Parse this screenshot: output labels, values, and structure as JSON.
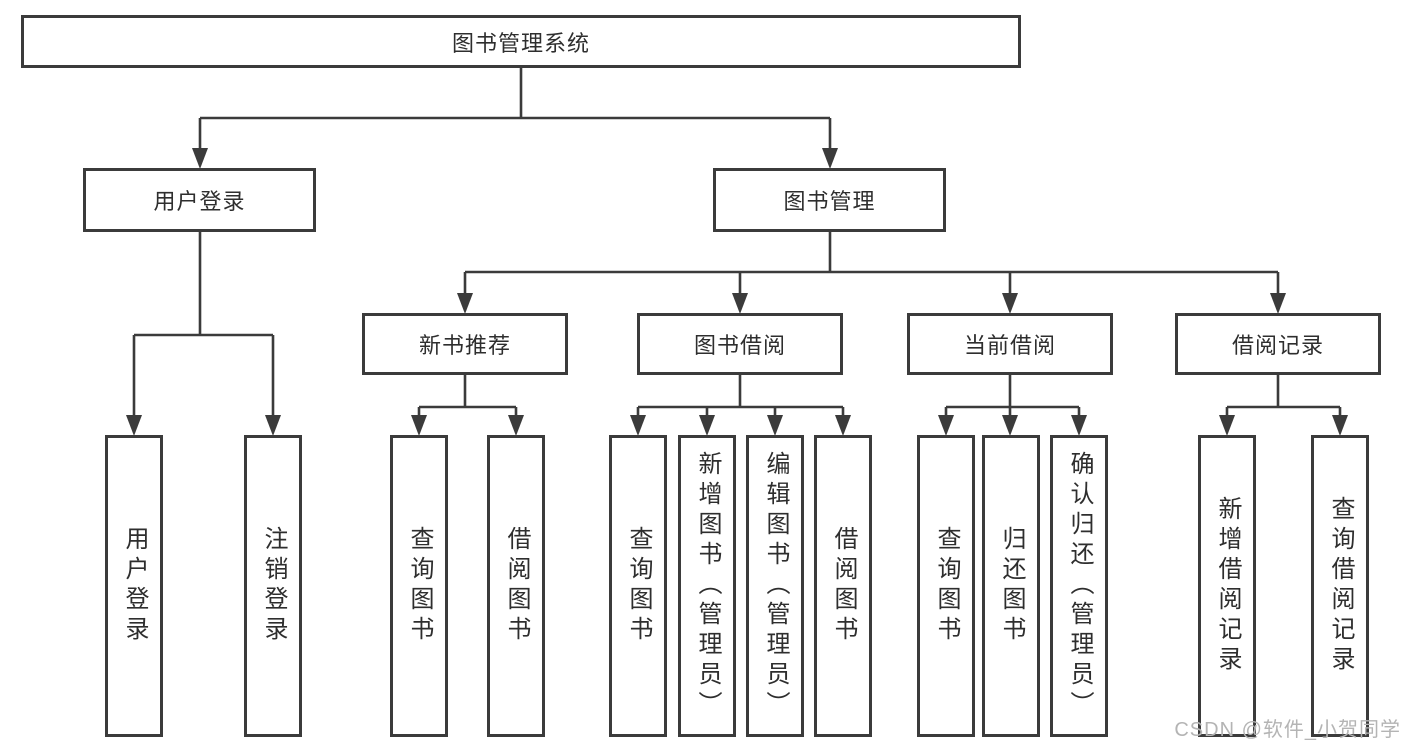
{
  "tree": {
    "root": {
      "label": "图书管理系统",
      "children": [
        {
          "label": "用户登录",
          "children": [
            {
              "label": "用户登录"
            },
            {
              "label": "注销登录"
            }
          ]
        },
        {
          "label": "图书管理",
          "children": [
            {
              "label": "新书推荐",
              "children": [
                {
                  "label": "查询图书"
                },
                {
                  "label": "借阅图书"
                }
              ]
            },
            {
              "label": "图书借阅",
              "children": [
                {
                  "label": "查询图书"
                },
                {
                  "label": "新增图书（管理员）"
                },
                {
                  "label": "编辑图书（管理员）"
                },
                {
                  "label": "借阅图书"
                }
              ]
            },
            {
              "label": "当前借阅",
              "children": [
                {
                  "label": "查询图书"
                },
                {
                  "label": "归还图书"
                },
                {
                  "label": "确认归还（管理员）"
                }
              ]
            },
            {
              "label": "借阅记录",
              "children": [
                {
                  "label": "新增借阅记录"
                },
                {
                  "label": "查询借阅记录"
                }
              ]
            }
          ]
        }
      ]
    }
  },
  "watermark": "CSDN @软件_小贺同学",
  "colors": {
    "border": "#3b3b3b",
    "text": "#2e2e2e",
    "watermark": "#b4b4b4",
    "background": "#ffffff"
  }
}
